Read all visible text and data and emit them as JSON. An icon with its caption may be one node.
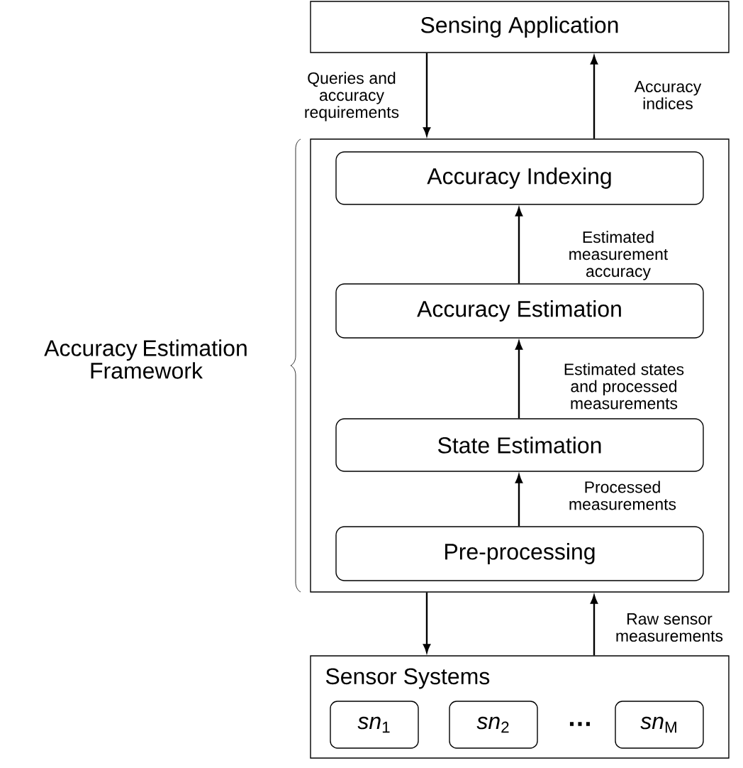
{
  "diagram": {
    "nodes": [
      {
        "text": [
          "Sensing Application"
        ]
      },
      {
        "text": [
          "Accuracy Estimation Framework"
        ]
      },
      {
        "text": [
          "Accuracy Indexing"
        ],
        "in": 1
      },
      {
        "text": [
          "Accuracy Estimation"
        ],
        "in": 1
      },
      {
        "text": [
          "State Estimation"
        ],
        "in": 1
      },
      {
        "text": [
          "Pre-processing"
        ],
        "in": 1
      },
      {
        "text": [
          "Sensor Systems"
        ]
      },
      {
        "text": [
          "*sn*$_{1}$"
        ],
        "in": 6
      },
      {
        "text": [
          "*sn*$_{2}$"
        ],
        "in": 6
      },
      {
        "text": [
          "*sn*$_{M}$"
        ],
        "in": 6
      }
    ],
    "edges": [
      {
        "from": 0,
        "to": 1,
        "arrow": "to",
        "label": "Queries and accuracy requirements"
      },
      {
        "from": 1,
        "to": 0,
        "arrow": "to",
        "label": "Accuracy indices"
      },
      {
        "from": 3,
        "to": 2,
        "arrow": "to",
        "label": "Estimated measurement accuracy"
      },
      {
        "from": 4,
        "to": 3,
        "arrow": "to",
        "label": "Estimated states and processed measurements"
      },
      {
        "from": 5,
        "to": 4,
        "arrow": "to",
        "label": "Processed measurements"
      },
      {
        "from": 1,
        "to": 6,
        "arrow": "to"
      },
      {
        "from": 6,
        "to": 1,
        "arrow": "to",
        "label": "Raw sensor measurements"
      }
    ],
    "labels": [
      "…"
    ]
  }
}
